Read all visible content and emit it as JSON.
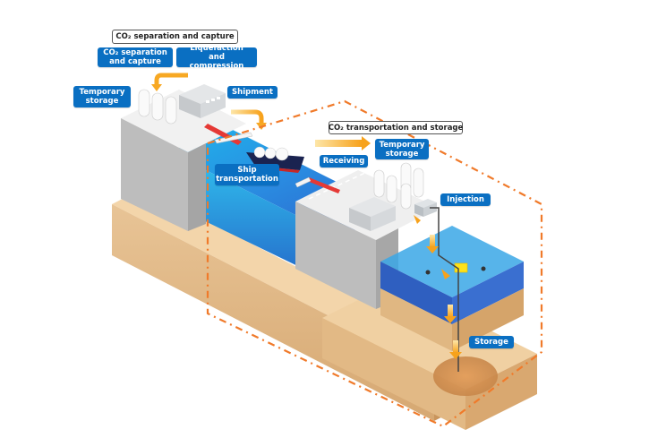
{
  "diagram": {
    "title": "CO2 capture, transportation and storage process",
    "sections": {
      "capture": {
        "header": "CO₂ separation and capture"
      },
      "transport": {
        "header": "CO₂ transportation and storage"
      }
    },
    "labels": {
      "co2_separation": "CO₂ separation\nand capture",
      "liquefaction": "Liquefaction and\ncompression",
      "temp_storage_1": "Temporary\nstorage",
      "shipment": "Shipment",
      "ship_transportation": "Ship\ntransportation",
      "receiving": "Receiving",
      "temp_storage_2": "Temporary\nstorage",
      "injection": "Injection",
      "storage": "Storage"
    },
    "colors": {
      "label_blue": "#0a6fc2",
      "arrow_orange": "#f7a823",
      "boundary_orange": "#f07a2a",
      "soil": "#dfb886",
      "sea": "#2a86e0"
    }
  }
}
